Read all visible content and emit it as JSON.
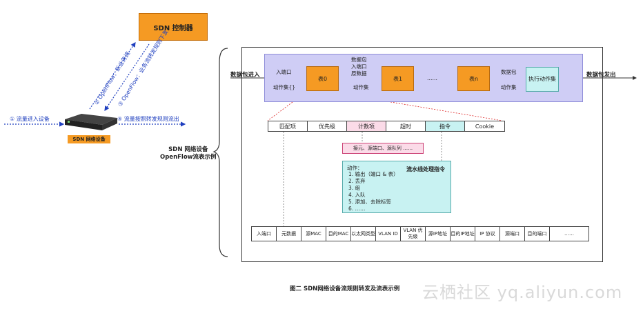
{
  "controller": {
    "label": "SDN 控制器"
  },
  "openflow": {
    "up_label": "② OpenFlow：新业务流",
    "down_label": "③ OpenFlow：业务流转发规则下发"
  },
  "device": {
    "label": "SDN 网络设备",
    "flow_in": "① 流量进入设备",
    "flow_out": "④ 流量按照转发规则流出"
  },
  "example_label": {
    "line1": "SDN 网络设备",
    "line2": "OpenFlow流表示例"
  },
  "pipeline": {
    "packet_in": "数据包进入",
    "packet_out": "数据包发出",
    "ingress_port": "入端口",
    "action_set": "动作集{}",
    "table0": "表0",
    "table1": "表1",
    "tablen": "表n",
    "meta_lines": [
      "数据包",
      "入端口",
      "原数据"
    ],
    "action_set_2": "动作集",
    "packet_label": "数据包",
    "action_set_3": "动作集",
    "exec_action": "执行动作集",
    "ellipsis": "……"
  },
  "entry_fields": [
    "匹配项",
    "优先级",
    "计数项",
    "超时",
    "指令",
    "Cookie"
  ],
  "counters": "接元、源端口、源队列 ……",
  "instructions": {
    "title": "流水线处理指令",
    "heading": "动作：",
    "items": [
      "1. 输出（端口 & 表）",
      "2. 丢弃",
      "3. 组",
      "4. 入队",
      "5. 添加、去除标签",
      "6. ……"
    ]
  },
  "match_fields": [
    "入端口",
    "元数据",
    "源MAC",
    "目的MAC",
    "以太网类型",
    "VLAN ID",
    "VLAN 优先级",
    "源IP地址",
    "目的IP地址",
    "IP 协议",
    "源端口",
    "目的端口",
    "……"
  ],
  "caption": "图二  SDN网络设备流规则转发及流表示例",
  "watermark": "云栖社区 yq.aliyun.com",
  "colors": {
    "orange": "#f59a23",
    "blue": "#1f3fbf",
    "lavender": "#cfcdf5",
    "cyan": "#c8f2f2",
    "pink": "#fbdbe8"
  }
}
